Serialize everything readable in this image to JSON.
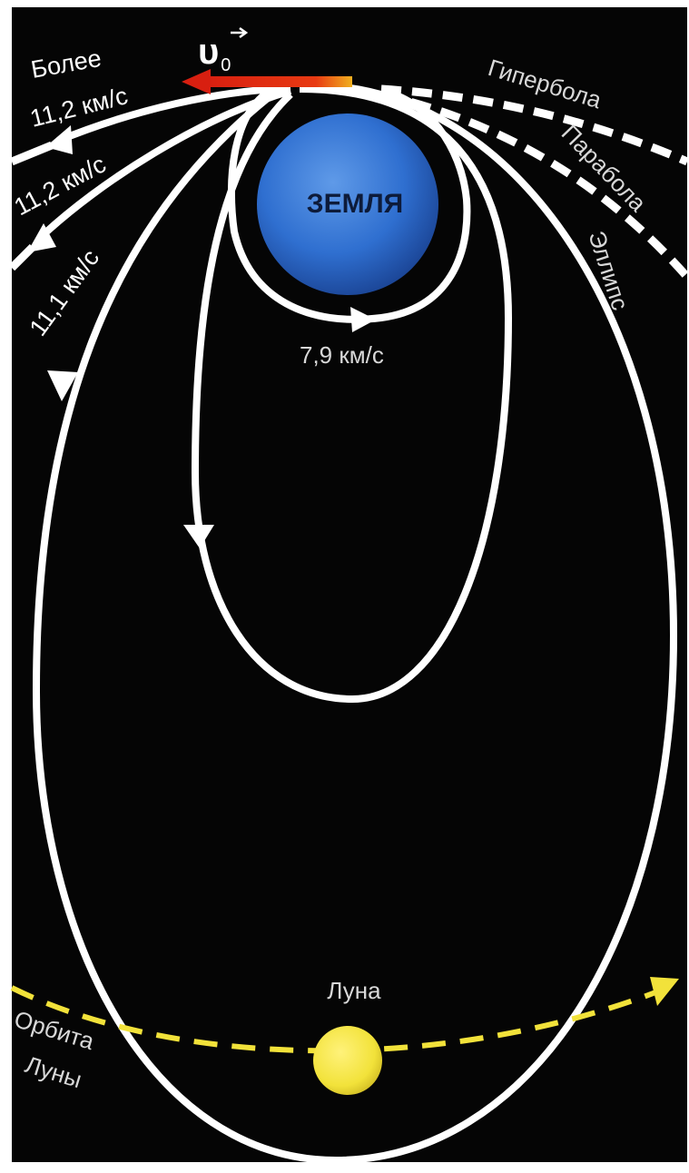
{
  "diagram": {
    "colors": {
      "background": "#050505",
      "frame": "#ffffff",
      "trajectory": "#ffffff",
      "earth": "#2f6fd0",
      "earth_text": "#0d1b3a",
      "moon": "#f2e23a",
      "moon_orbit": "#f2e23a",
      "velocity_arrow": "#e02a10"
    },
    "velocity_symbol": "υ",
    "velocity_subscript": "0",
    "labels": {
      "more_than_line1": "Более",
      "more_than_line2": "11,2 км/с",
      "speed_escape": "11,2 км/с",
      "speed_ellipse": "11,1 км/с",
      "speed_circular": "7,9 км/с",
      "hyperbola": "Гипербола",
      "parabola": "Парабола",
      "ellipse": "Эллипс",
      "earth": "ЗЕМЛЯ",
      "moon": "Луна",
      "moon_orbit_line1": "Орбита",
      "moon_orbit_line2": "Луны"
    }
  }
}
